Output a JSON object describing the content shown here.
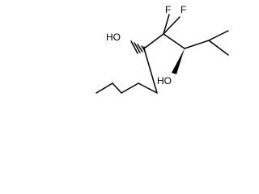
{
  "molecule": {
    "atom_labels": {
      "f_upper": "F",
      "f_right": "F",
      "oh_left": "HO",
      "oh_lower": "HO"
    },
    "stereo_bonds": {
      "c5_oh": "hashed-wedge",
      "c3_oh": "wedge"
    }
  }
}
